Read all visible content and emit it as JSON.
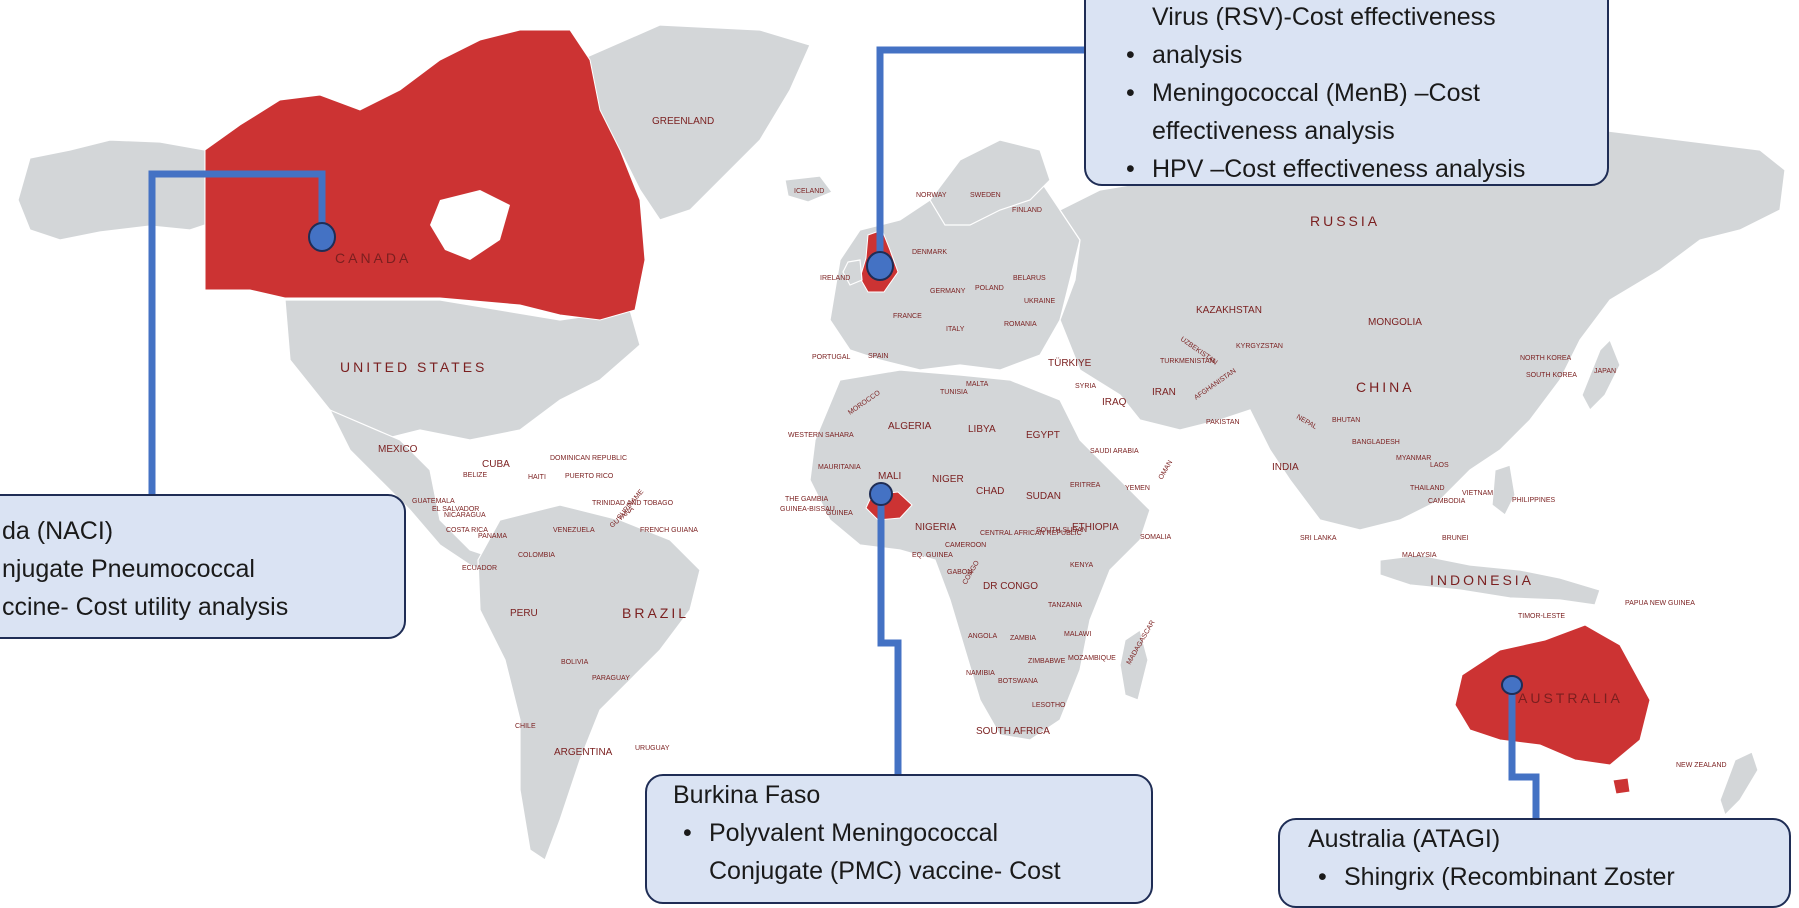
{
  "map": {
    "highlight_color": "#cc3333",
    "land_color": "#d3d6d8",
    "connector_color": "#4472c4",
    "callout_fill": "#dae3f3",
    "callout_border": "#1f2d55",
    "country_labels": {
      "greenland": "GREENLAND",
      "canada": "CANADA",
      "united_states": "UNITED STATES",
      "mexico": "MEXICO",
      "cuba": "CUBA",
      "russia": "RUSSIA",
      "kazakhstan": "KAZAKHSTAN",
      "mongolia": "MONGOLIA",
      "china": "CHINA",
      "india": "INDIA",
      "iran": "IRAN",
      "iraq": "IRAQ",
      "syria": "SYRIA",
      "turkiye": "TÜRKIYE",
      "egypt": "EGYPT",
      "libya": "LIBYA",
      "algeria": "ALGERIA",
      "mali": "MALI",
      "niger": "NIGER",
      "chad": "CHAD",
      "sudan": "SUDAN",
      "nigeria": "NIGERIA",
      "ethiopia": "ETHIOPIA",
      "somalia": "SOMALIA",
      "kenya": "KENYA",
      "dr_congo": "DR CONGO",
      "tanzania": "TANZANIA",
      "angola": "ANGOLA",
      "zambia": "ZAMBIA",
      "namibia": "NAMIBIA",
      "botswana": "BOTSWANA",
      "south_africa": "SOUTH AFRICA",
      "madagascar": "MADAGASCAR",
      "brazil": "BRAZIL",
      "peru": "PERU",
      "bolivia": "BOLIVIA",
      "paraguay": "PARAGUAY",
      "chile": "CHILE",
      "argentina": "ARGENTINA",
      "uruguay": "URUGUAY",
      "colombia": "COLOMBIA",
      "venezuela": "VENEZUELA",
      "ecuador": "ECUADOR",
      "guyana": "GUYANA",
      "french_guiana": "FRENCH GUIANA",
      "suriname": "SURINAME",
      "australia": "AUSTRALIA",
      "new_zealand": "NEW ZEALAND",
      "indonesia": "INDONESIA",
      "malaysia": "MALAYSIA",
      "philippines": "PHILIPPINES",
      "japan": "JAPAN",
      "north_korea": "NORTH KOREA",
      "south_korea": "SOUTH KOREA",
      "pakistan": "PAKISTAN",
      "afghanistan": "AFGHANISTAN",
      "uzbekistan": "UZBEKISTAN",
      "turkmenistan": "TURKMENISTAN",
      "saudi_arabia": "SAUDI ARABIA",
      "yemen": "YEMEN",
      "oman": "OMAN",
      "norway": "NORWAY",
      "sweden": "SWEDEN",
      "finland": "FINLAND",
      "iceland": "ICELAND",
      "ireland": "IRELAND",
      "france": "FRANCE",
      "spain": "SPAIN",
      "portugal": "PORTUGAL",
      "germany": "GERMANY",
      "poland": "POLAND",
      "belarus": "BELARUS",
      "ukraine": "UKRAINE",
      "romania": "ROMANIA",
      "italy": "ITALY",
      "morocco": "MOROCCO",
      "western_sahara": "WESTERN SAHARA",
      "mauritania": "MAURITANIA",
      "guinea": "GUINEA",
      "thailand": "THAILAND",
      "myanmar": "MYANMAR",
      "vietnam": "VIETNAM",
      "laos": "LAOS",
      "cambodia": "CAMBODIA",
      "nepal": "NEPAL",
      "bangladesh": "BANGLADESH",
      "papua_new_guinea": "PAPUA NEW GUINEA",
      "timor_leste": "TIMOR-LESTE",
      "sri_lanka": "SRI LANKA",
      "eritrea": "ERITREA",
      "gabon": "GABON",
      "congo": "CONGO",
      "cameroon": "CAMEROON",
      "central_african_republic": "CENTRAL AFRICAN REPUBLIC",
      "south_sudan": "SOUTH SUDAN",
      "eq_guinea": "EQ. GUINEA",
      "malawi": "MALAWI",
      "mozambique": "MOZAMBIQUE",
      "zimbabwe": "ZIMBABWE",
      "lesotho": "LESOTHO",
      "malta": "MALTA",
      "tunisia": "TUNISIA",
      "guatemala": "GUATEMALA",
      "costa_rica": "COSTA RICA",
      "panama": "PANAMA",
      "nicaragua": "NICARAGUA",
      "el_salvador": "EL SALVADOR",
      "belize": "BELIZE",
      "haiti": "HAITI",
      "dominican_republic": "DOMINICAN REPUBLIC",
      "puerto_rico": "PUERTO RICO",
      "trinidad_and_tobago": "TRINIDAD AND TOBAGO",
      "the_gambia": "THE GAMBIA",
      "guinea_bissau": "GUINEA-BISSAU",
      "brunei": "BRUNEI",
      "bhutan": "BHUTAN",
      "kyrgyzstan": "KYRGYZSTAN",
      "denmark": "DENMARK"
    }
  },
  "callouts": {
    "uk": {
      "heading": "Virus (RSV)-Cost effectiveness",
      "items": [
        {
          "line1": "analysis",
          "line2": ""
        },
        {
          "line1": "Meningococcal (MenB) –Cost",
          "line2": "effectiveness analysis"
        },
        {
          "line1": "HPV –Cost effectiveness analysis",
          "line2": ""
        }
      ]
    },
    "canada": {
      "heading": "da (NACI)",
      "line2": "njugate Pneumococcal",
      "line3": "ccine- Cost utility analysis"
    },
    "burkina": {
      "heading": "Burkina Faso",
      "item_line1": "Polyvalent Meningococcal",
      "item_line2": "Conjugate (PMC) vaccine- Cost"
    },
    "australia": {
      "heading": "Australia (ATAGI)",
      "item_line1": "Shingrix (Recombinant Zoster"
    }
  }
}
